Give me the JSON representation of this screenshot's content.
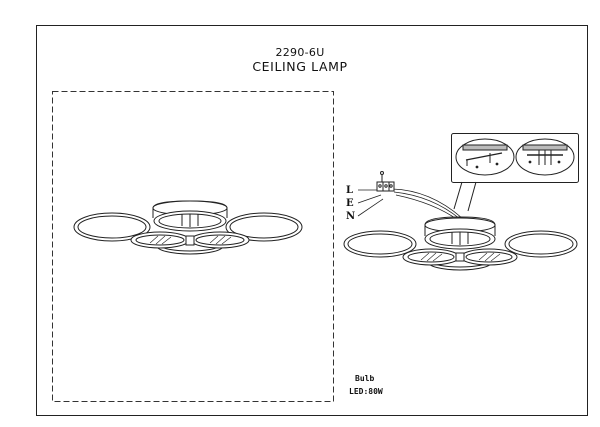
{
  "header": {
    "model": "2290-6U",
    "title": "CEILING LAMP"
  },
  "wiring": {
    "live": "L",
    "earth": "E",
    "neutral": "N"
  },
  "bulb": {
    "label": "Bulb",
    "value": "LED:80W"
  }
}
